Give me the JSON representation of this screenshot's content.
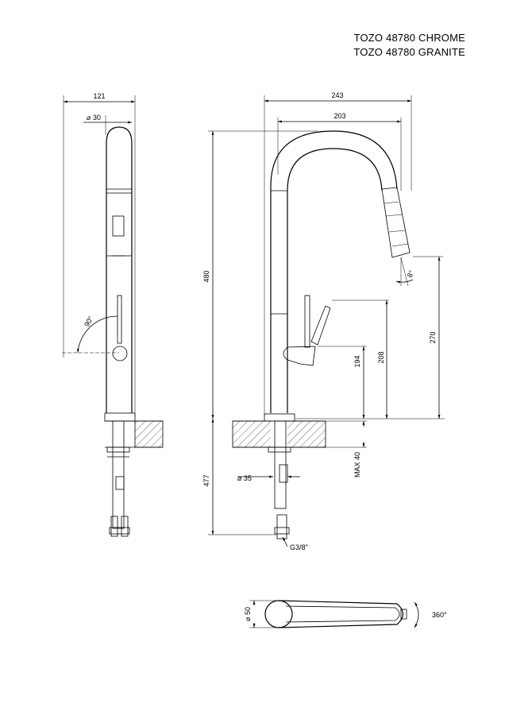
{
  "titles": [
    "TOZO 48780 CHROME",
    "TOZO 48780 GRANITE"
  ],
  "dimensions": {
    "front_width": "121",
    "spout_diameter": "⌀ 30",
    "swivel_angle": "90°",
    "side_width": "243",
    "reach": "203",
    "height": "480",
    "spray_angle": "8°",
    "spout_height": "270",
    "lever_height": "208",
    "body_height": "194",
    "max_deck": "MAX 40",
    "hole_diameter": "⌀ 35",
    "below_deck": "477",
    "connection": "G3/8\"",
    "base_diameter": "⌀ 50",
    "rotation": "360°"
  }
}
